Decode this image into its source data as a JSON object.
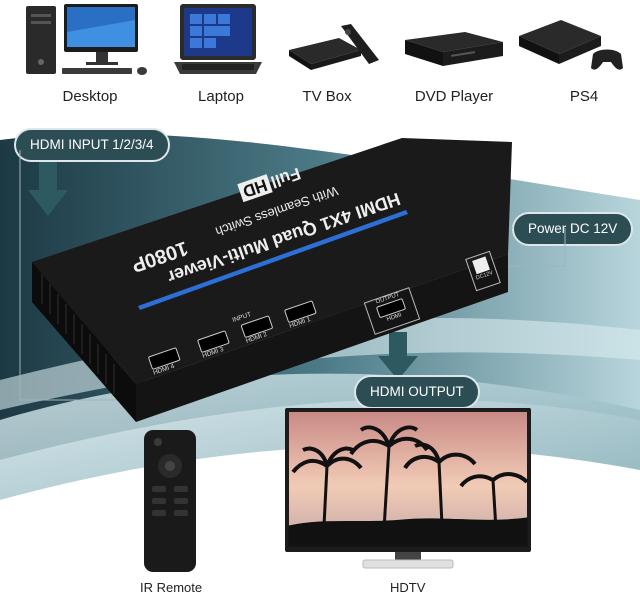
{
  "devices": [
    {
      "id": "desktop",
      "label": "Desktop",
      "icon": "desktop-computer-icon"
    },
    {
      "id": "laptop",
      "label": "Laptop",
      "icon": "laptop-icon"
    },
    {
      "id": "tvbox",
      "label": "TV Box",
      "icon": "tv-box-icon"
    },
    {
      "id": "dvd",
      "label": "DVD Player",
      "icon": "dvd-player-icon"
    },
    {
      "id": "ps4",
      "label": "PS4",
      "icon": "game-console-icon"
    }
  ],
  "labels": {
    "hdmi_input": "HDMI INPUT 1/2/3/4",
    "power": "Power DC 12V",
    "hdmi_output": "HDMI OUTPUT",
    "ir_remote": "IR Remote",
    "hdtv": "HDTV"
  },
  "device_print": {
    "full": "Full",
    "hd": "HD",
    "title": "HDMI 4X1 Quad Multi-Viewer",
    "subtitle": "With Seamless Switch",
    "resolution": "1080P",
    "input": "INPUT",
    "output": "OUTPUT",
    "hdmi": "HDMI",
    "dc12v": "DC12V",
    "ports": [
      "HDMI 1",
      "HDMI 2",
      "HDMI 3",
      "HDMI 4"
    ]
  },
  "colors": {
    "pill": "#2d4d55",
    "arrow": "#2d5a60",
    "swoosh_dark": "#1e3e48",
    "swoosh_light": "#9fc3cc",
    "device_body": "#1a1a1a"
  }
}
